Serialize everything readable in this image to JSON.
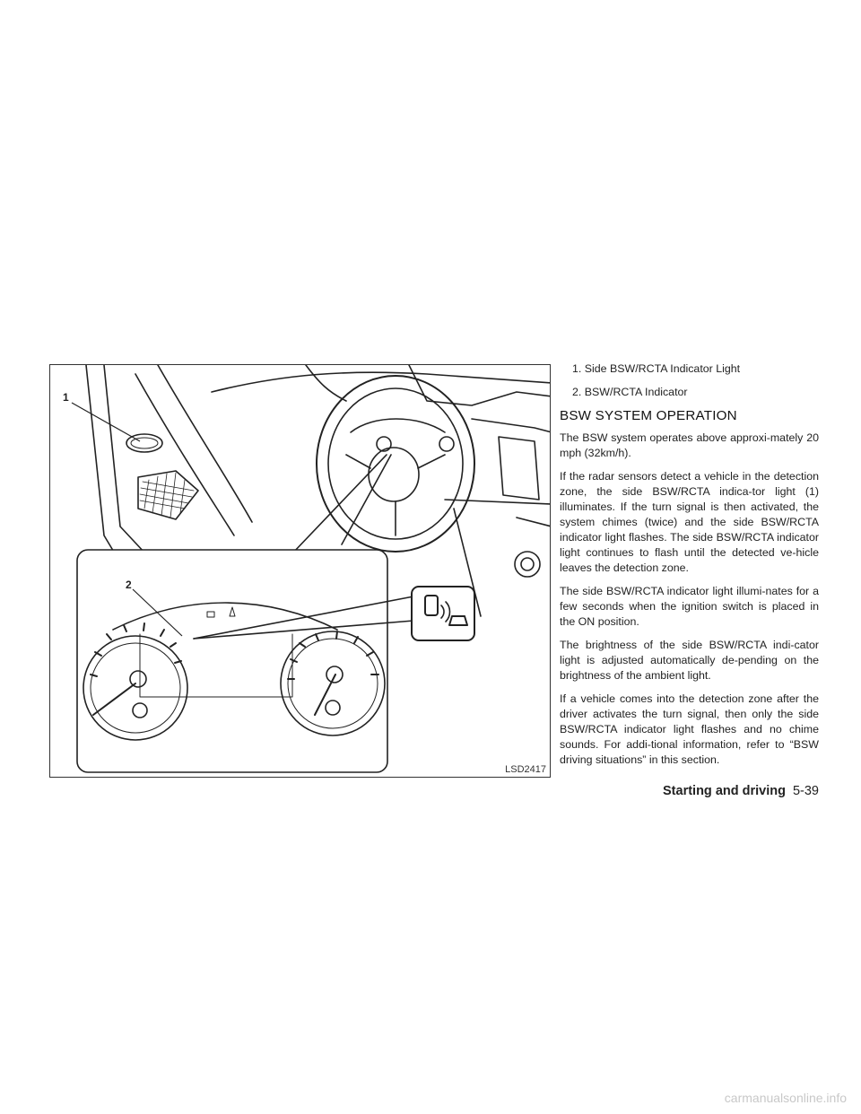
{
  "figure": {
    "code": "LSD2417",
    "callouts": [
      "1",
      "2"
    ]
  },
  "legend": [
    "1.  Side BSW/RCTA Indicator Light",
    "2.  BSW/RCTA Indicator"
  ],
  "heading": "BSW SYSTEM OPERATION",
  "paragraphs": [
    "The BSW system operates above approxi-mately 20 mph (32km/h).",
    "If the radar sensors detect a vehicle in the detection zone, the side BSW/RCTA indica-tor light (1) illuminates. If the turn signal is then activated, the system chimes (twice) and the side BSW/RCTA indicator light flashes. The side BSW/RCTA indicator light continues to flash until the detected ve-hicle leaves the detection zone.",
    "The side BSW/RCTA indicator light illumi-nates for a few seconds when the ignition switch is placed in the ON position.",
    "The brightness of the side BSW/RCTA indi-cator light is adjusted automatically de-pending on the brightness of the ambient light.",
    "If a vehicle comes into the detection zone after the driver activates the turn signal, then only the side BSW/RCTA indicator light flashes and no chime sounds. For addi-tional information, refer to “BSW driving situations” in this section."
  ],
  "footer": {
    "section": "Starting and driving",
    "page": "5-39"
  },
  "watermark": "carmanualsonline.info"
}
